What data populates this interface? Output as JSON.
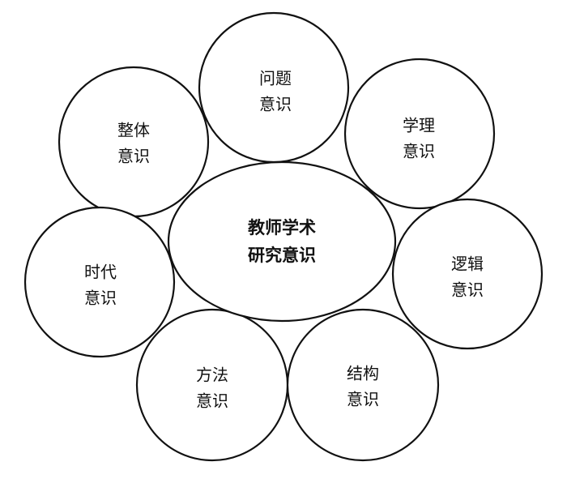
{
  "center": {
    "line1": "教师学术",
    "line2": "研究意识"
  },
  "nodes": {
    "wenti": {
      "line1": "问题",
      "line2": "意识"
    },
    "xueli": {
      "line1": "学理",
      "line2": "意识"
    },
    "luoji": {
      "line1": "逻辑",
      "line2": "意识"
    },
    "jiegou": {
      "line1": "结构",
      "line2": "意识"
    },
    "fangfa": {
      "line1": "方法",
      "line2": "意识"
    },
    "shidai": {
      "line1": "时代",
      "line2": "意识"
    },
    "zhengti": {
      "line1": "整体",
      "line2": "意识"
    }
  },
  "colors": {
    "stroke": "#111111",
    "fill": "#ffffff"
  }
}
